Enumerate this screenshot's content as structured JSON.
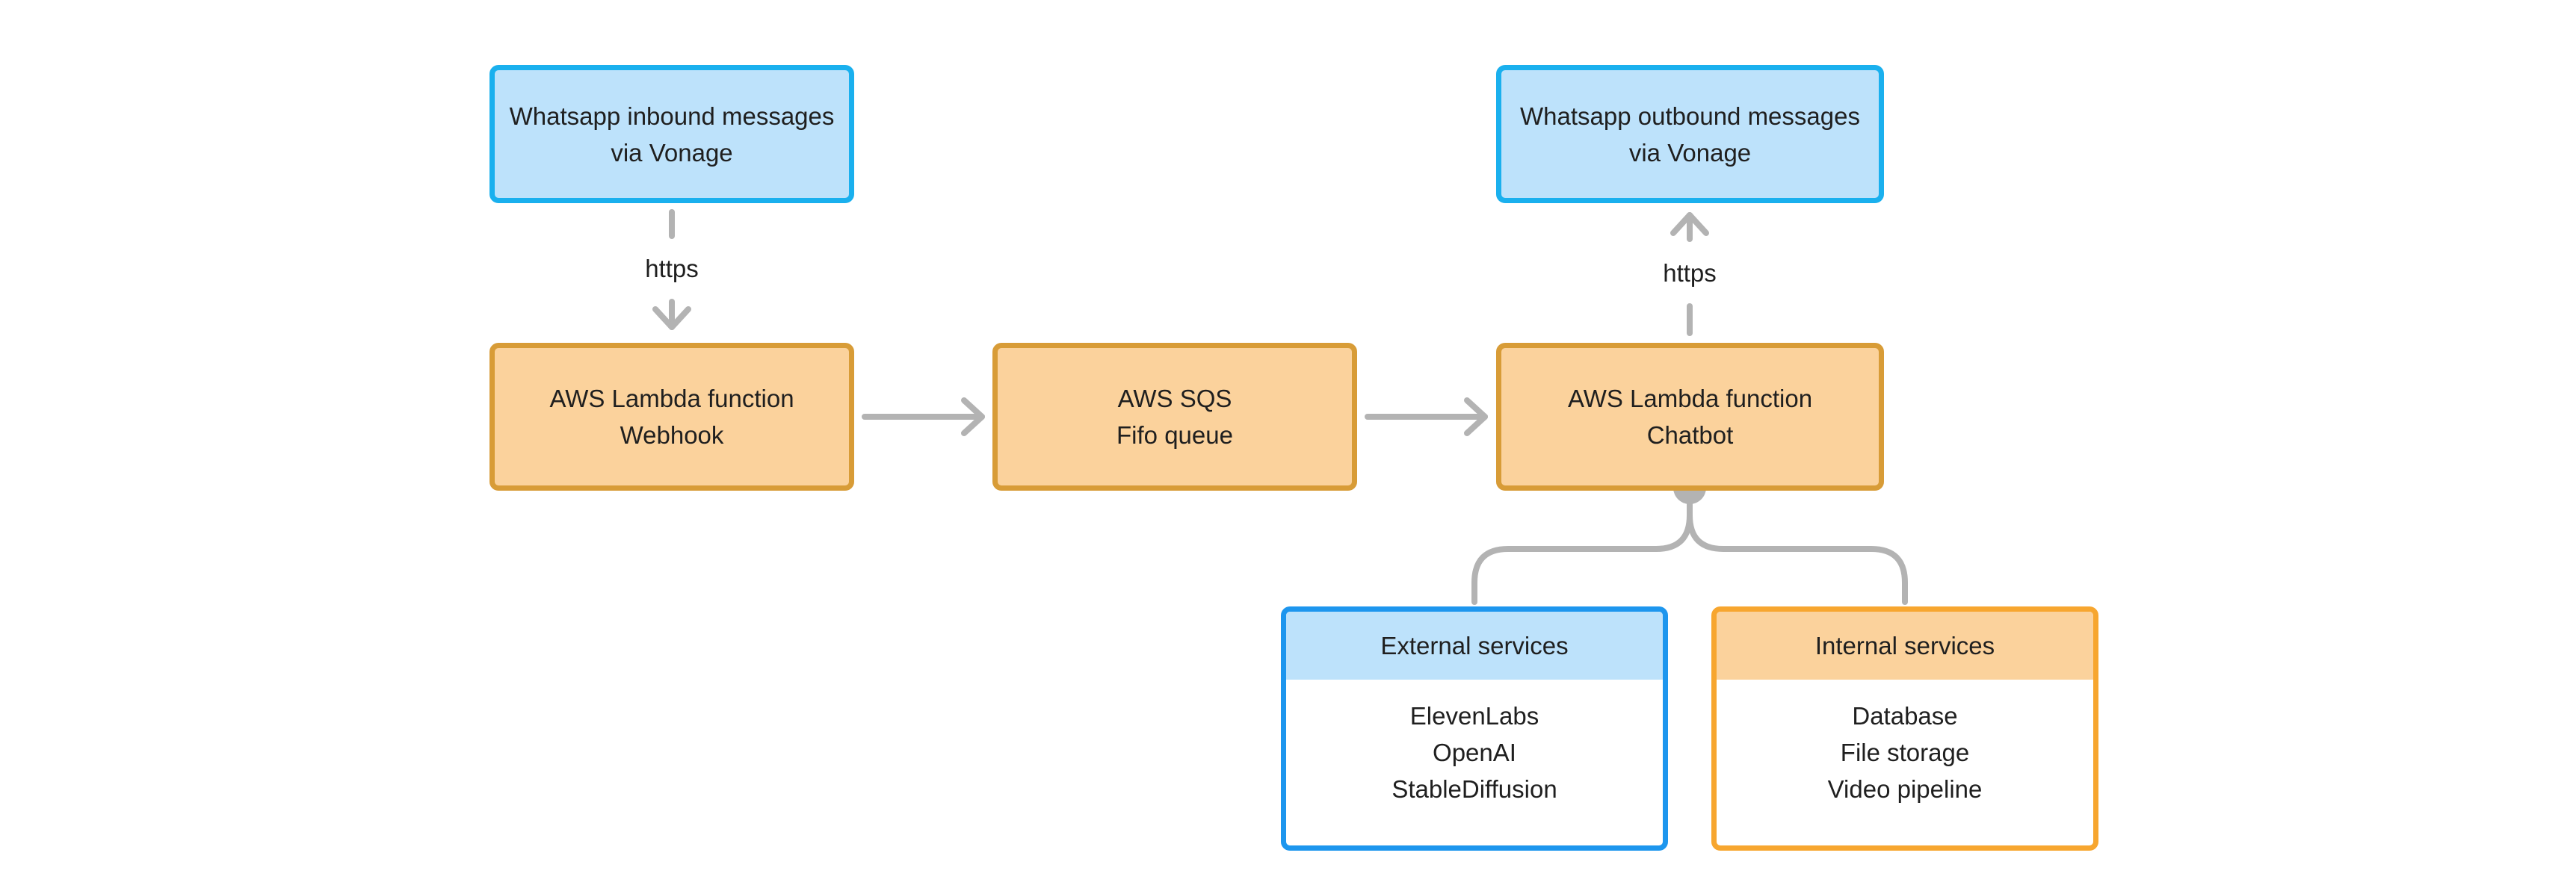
{
  "nodes": {
    "inbound": [
      "Whatsapp inbound messages",
      "via Vonage"
    ],
    "outbound": [
      "Whatsapp outbound messages",
      "via Vonage"
    ],
    "webhook": [
      "AWS Lambda function",
      "Webhook"
    ],
    "sqs": [
      "AWS SQS",
      "Fifo queue"
    ],
    "chatbot": [
      "AWS Lambda function",
      "Chatbot"
    ]
  },
  "edges": {
    "inbound_label": "https",
    "outbound_label": "https"
  },
  "groups": {
    "external": {
      "title": "External services",
      "items": [
        "ElevenLabs",
        "OpenAI",
        "StableDiffusion"
      ]
    },
    "internal": {
      "title": "Internal services",
      "items": [
        "Database",
        "File storage",
        "Video pipeline"
      ]
    }
  },
  "colors": {
    "blue_fill": "#bde2fb",
    "blue_border": "#1ab0ee",
    "orange_fill": "#fbd29c",
    "orange_border": "#d89c37",
    "connector": "#b3b3b3"
  }
}
